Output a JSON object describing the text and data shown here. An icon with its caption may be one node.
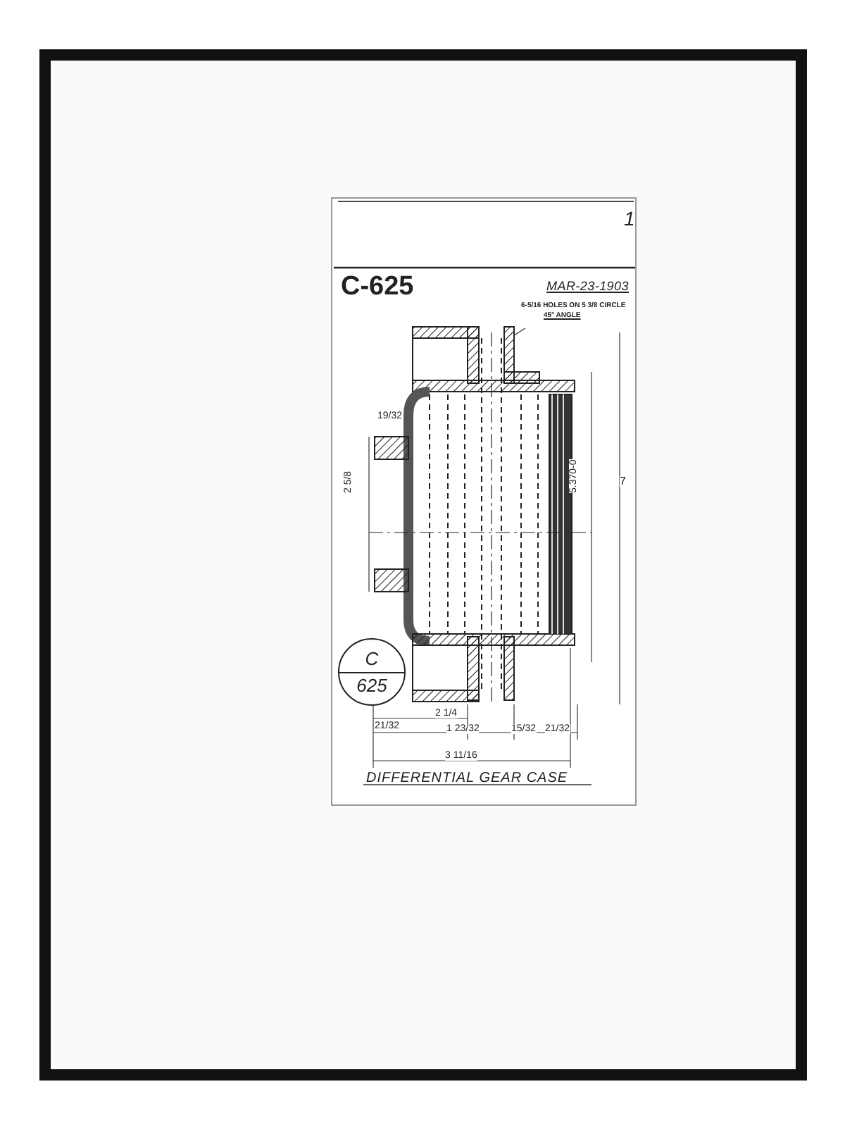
{
  "diagram": {
    "title": "C-625",
    "caption": "DIFFERENTIAL GEAR CASE",
    "nodes": [
      {
        "text": [
          "C",
          "625"
        ]
      },
      {
        "text": [
          "6-5/16 HOLES ON 5 3/8 CIRCLE",
          "45° ANGLE"
        ]
      },
      {
        "text": [],
        "shape": "bar"
      }
    ],
    "edges": [
      {
        "from": 1,
        "to": 2,
        "arrow": "none"
      }
    ],
    "labels": [
      "1",
      "MAR-23-1903",
      "19/32",
      "2 5/8",
      "7",
      "5.370-0",
      "21/32",
      "2 1/4",
      "1 23/32",
      "15/32",
      "21/32",
      "3 11/16"
    ]
  }
}
